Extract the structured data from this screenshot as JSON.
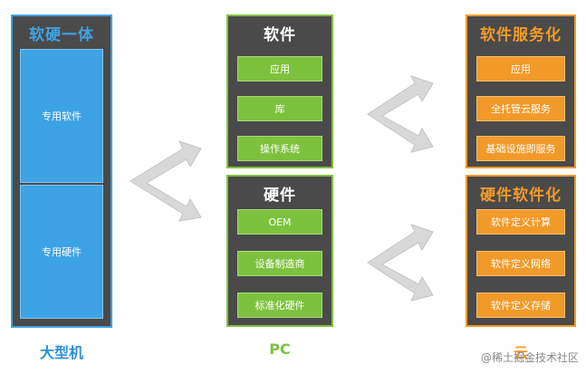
{
  "columns": {
    "mainframe": {
      "title": "软硬一体",
      "items": [
        "专用软件",
        "专用硬件"
      ],
      "caption": "大型机",
      "border_color": "#3ea3e4",
      "title_color": "#3ea3e4",
      "caption_color": "#2b8fd8"
    },
    "pc_software": {
      "title": "软件",
      "items": [
        "应用",
        "库",
        "操作系统"
      ],
      "border_color": "#7dc23e",
      "title_color": "#ffffff"
    },
    "pc_hardware": {
      "title": "硬件",
      "items": [
        "OEM",
        "设备制造商",
        "标准化硬件"
      ],
      "border_color": "#7dc23e",
      "title_color": "#ffffff",
      "caption": "PC",
      "caption_color": "#7dc23e"
    },
    "cloud_software": {
      "title": "软件服务化",
      "items": [
        "应用",
        "全托管云服务",
        "基础设施即服务"
      ],
      "border_color": "#f19a2a",
      "title_color": "#f19a2a"
    },
    "cloud_hardware": {
      "title": "硬件软件化",
      "items": [
        "软件定义计算",
        "软件定义网络",
        "软件定义存储"
      ],
      "border_color": "#f19a2a",
      "title_color": "#f19a2a",
      "caption": "云",
      "caption_color": "#f19a2a"
    }
  },
  "watermark": "@稀土掘金技术社区"
}
